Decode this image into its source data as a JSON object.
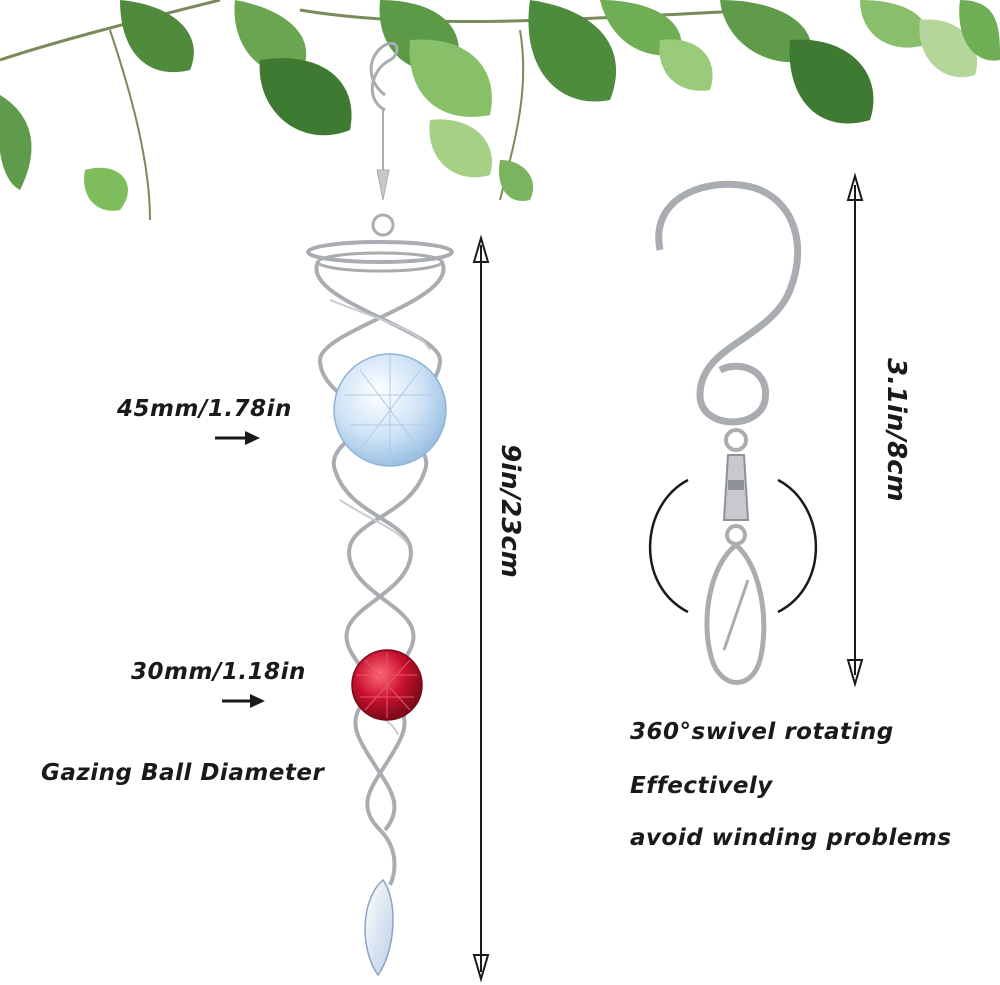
{
  "labels": {
    "large_ball": "45mm/1.78in",
    "small_ball": "30mm/1.18in",
    "ball_caption": "Gazing Ball Diameter",
    "spinner_length": "9in/23cm",
    "hook_length": "3.1in/8cm",
    "swivel_line1": "360°swivel rotating",
    "swivel_line2": "Effectively",
    "swivel_line3": "avoid winding problems"
  },
  "colors": {
    "leaf": "#5f9b4a",
    "steel": "#a9acb0",
    "large_ball": "#cfe3f6",
    "small_ball": "#c8102e",
    "text": "#1a1a1a"
  }
}
